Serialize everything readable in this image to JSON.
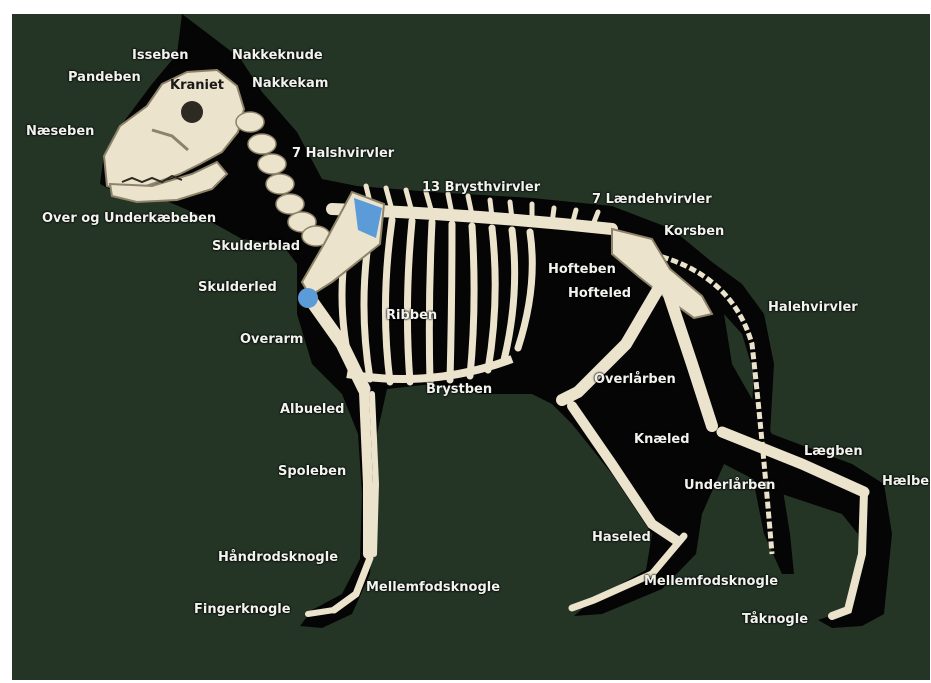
{
  "colors": {
    "background": "#243526",
    "silhouette": "#050505",
    "bone": "#ece3cc",
    "bone_shadow": "#b9ad8f",
    "scapula_highlight": "#5b9bd8",
    "label_text": "#f2f2ee"
  },
  "labels": {
    "isseben": "Isseben",
    "nakkeknude": "Nakkeknude",
    "pandeben": "Pandeben",
    "kraniet": "Kraniet",
    "nakkekam": "Nakkekam",
    "naeseben": "Næseben",
    "halshvirvler": "7 Halshvirvler",
    "brysthvirvler": "13 Brysthvirvler",
    "laendehvirvler": "7 Lændehvirvler",
    "over_underkaebeben": "Over og Underkæbeben",
    "korsben": "Korsben",
    "skulderblad": "Skulderblad",
    "hofteben": "Hofteben",
    "skulderled": "Skulderled",
    "hofteled": "Hofteled",
    "halehvirvler": "Halehvirvler",
    "ribben": "Ribben",
    "overarm": "Overarm",
    "overlaarben": "Overlårben",
    "brystben": "Brystben",
    "albueled": "Albueled",
    "knaeled": "Knæled",
    "laegben": "Lægben",
    "spoleben": "Spoleben",
    "underlaarben": "Underlårben",
    "haelben": "Hælbe",
    "haseled": "Haseled",
    "haandrodsknogle": "Håndrodsknogle",
    "mellemfodsknogle_front": "Mellemfodsknogle",
    "mellemfodsknogle_hind": "Mellemfodsknogle",
    "fingerknogle": "Fingerknogle",
    "taaknogle": "Tåknogle"
  }
}
